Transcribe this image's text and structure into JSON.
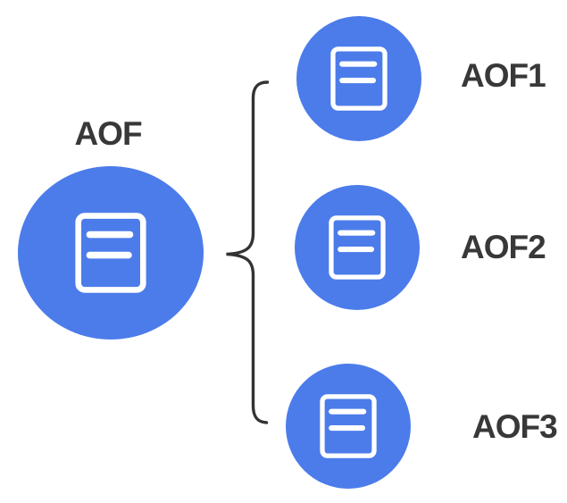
{
  "diagram": {
    "source": {
      "label": "AOF",
      "icon": "document-icon"
    },
    "targets": [
      {
        "label": "AOF1",
        "icon": "document-icon"
      },
      {
        "label": "AOF2",
        "icon": "document-icon"
      },
      {
        "label": "AOF3",
        "icon": "document-icon"
      }
    ],
    "connector": {
      "type": "curly-brace",
      "opening": "right",
      "branches": 3
    },
    "colors": {
      "node_fill": "#4C7CEA",
      "icon_stroke": "#FFFFFF",
      "label_text": "#383838",
      "brace_stroke": "#333333",
      "background": "#FFFFFF"
    }
  }
}
